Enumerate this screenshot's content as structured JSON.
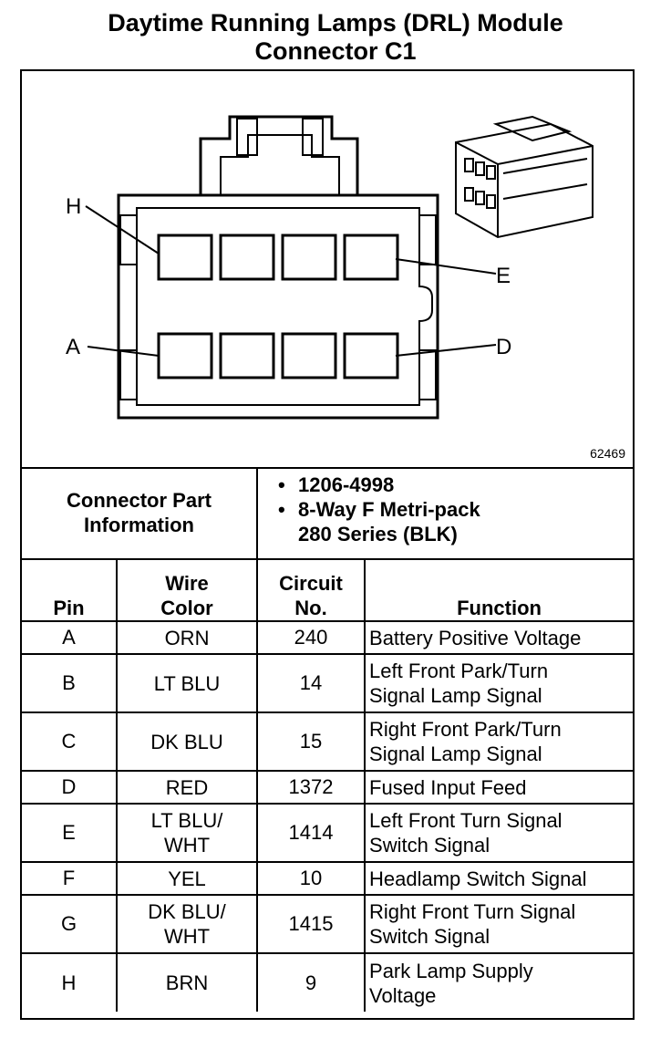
{
  "title": {
    "line1": "Daytime Running Lamps (DRL) Module",
    "line2": "Connector C1"
  },
  "diagram": {
    "pin_labels": {
      "h": "H",
      "e": "E",
      "a": "A",
      "d": "D"
    },
    "figure_number": "62469"
  },
  "part_info": {
    "label_line1": "Connector Part",
    "label_line2": "Information",
    "bullets": [
      {
        "text": "1206-4998"
      },
      {
        "text": "8-Way F Metri-pack",
        "cont": "280 Series (BLK)"
      }
    ]
  },
  "headers": {
    "pin": "Pin",
    "wire_color_1": "Wire",
    "wire_color_2": "Color",
    "circuit_1": "Circuit",
    "circuit_2": "No.",
    "function": "Function"
  },
  "rows": [
    {
      "pin": "A",
      "wire1": "ORN",
      "wire2": "",
      "circuit": "240",
      "func1": "Battery Positive Voltage",
      "func2": ""
    },
    {
      "pin": "B",
      "wire1": "LT BLU",
      "wire2": "",
      "circuit": "14",
      "func1": "Left Front Park/Turn",
      "func2": "Signal Lamp Signal"
    },
    {
      "pin": "C",
      "wire1": "DK BLU",
      "wire2": "",
      "circuit": "15",
      "func1": "Right Front Park/Turn",
      "func2": "Signal Lamp Signal"
    },
    {
      "pin": "D",
      "wire1": "RED",
      "wire2": "",
      "circuit": "1372",
      "func1": "Fused Input Feed",
      "func2": ""
    },
    {
      "pin": "E",
      "wire1": "LT BLU/",
      "wire2": "WHT",
      "circuit": "1414",
      "func1": "Left Front Turn Signal",
      "func2": "Switch Signal"
    },
    {
      "pin": "F",
      "wire1": "YEL",
      "wire2": "",
      "circuit": "10",
      "func1": "Headlamp Switch Signal",
      "func2": ""
    },
    {
      "pin": "G",
      "wire1": "DK BLU/",
      "wire2": "WHT",
      "circuit": "1415",
      "func1": "Right Front Turn Signal",
      "func2": "Switch Signal"
    },
    {
      "pin": "H",
      "wire1": "BRN",
      "wire2": "",
      "circuit": "9",
      "func1": "Park Lamp Supply",
      "func2": "Voltage"
    }
  ]
}
